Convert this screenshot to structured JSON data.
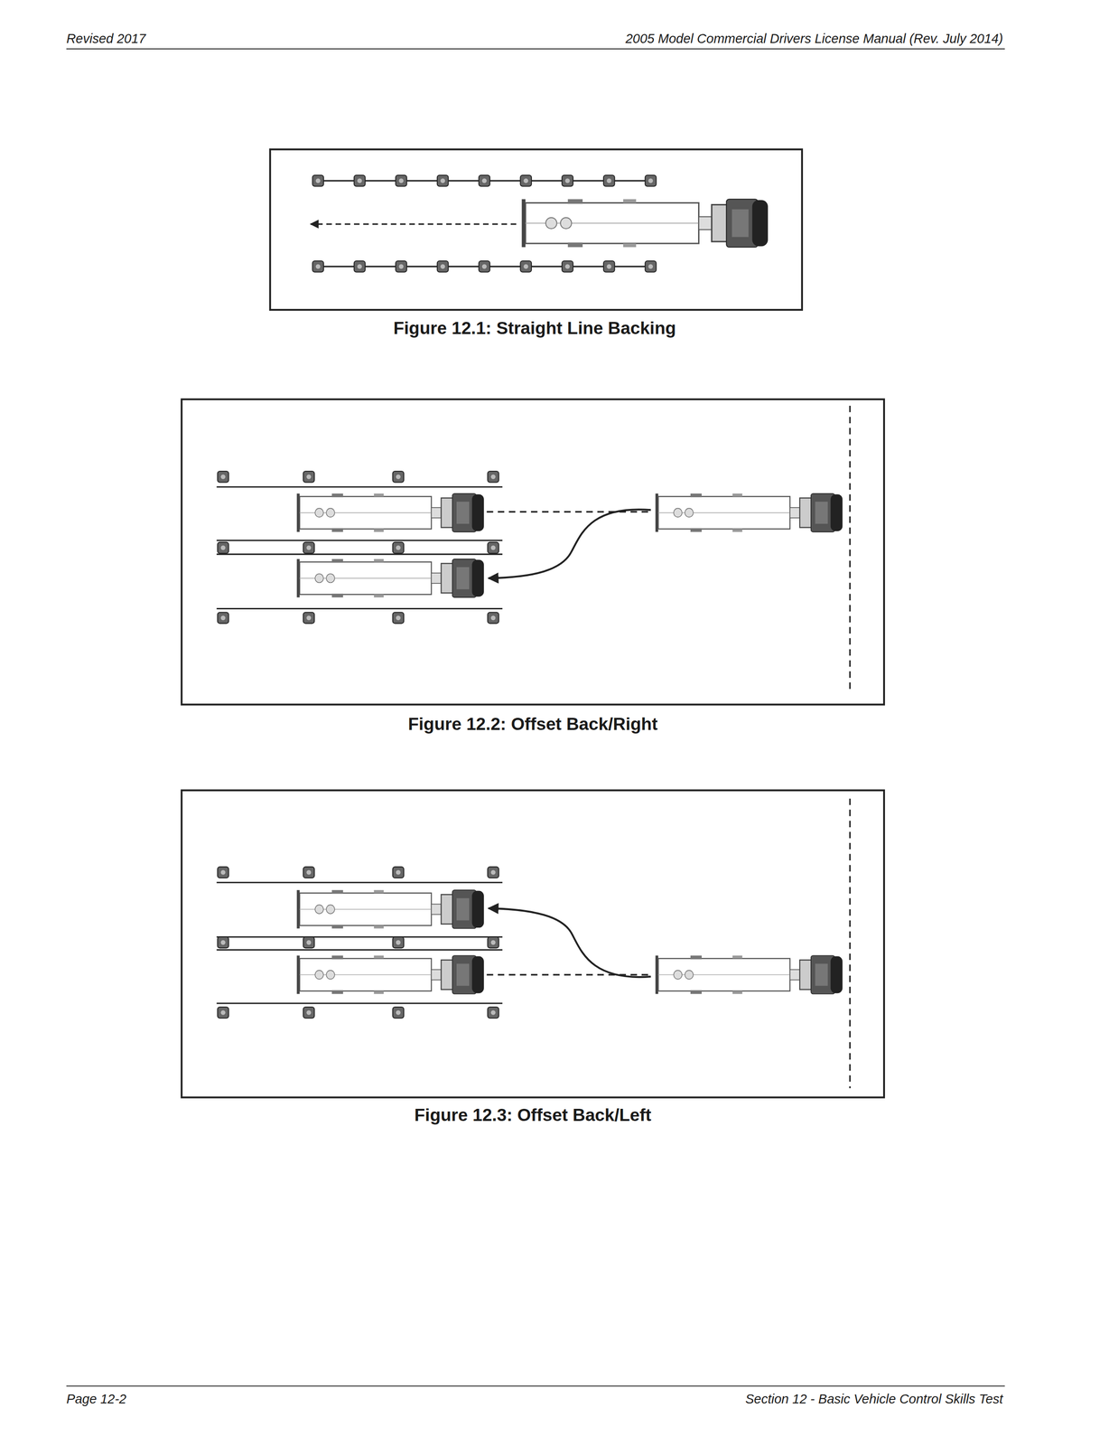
{
  "diagram": {
    "labels": [
      "Revised 2017",
      "2005 Model Commercial Drivers License Manual (Rev. July 2014)",
      "Figure 12.1: Straight Line Backing",
      "Figure 12.2: Offset Back/Right",
      "Figure 12.3: Offset Back/Left",
      "Page 12-2",
      "Section 12 - Basic Vehicle Control Skills Test"
    ]
  }
}
